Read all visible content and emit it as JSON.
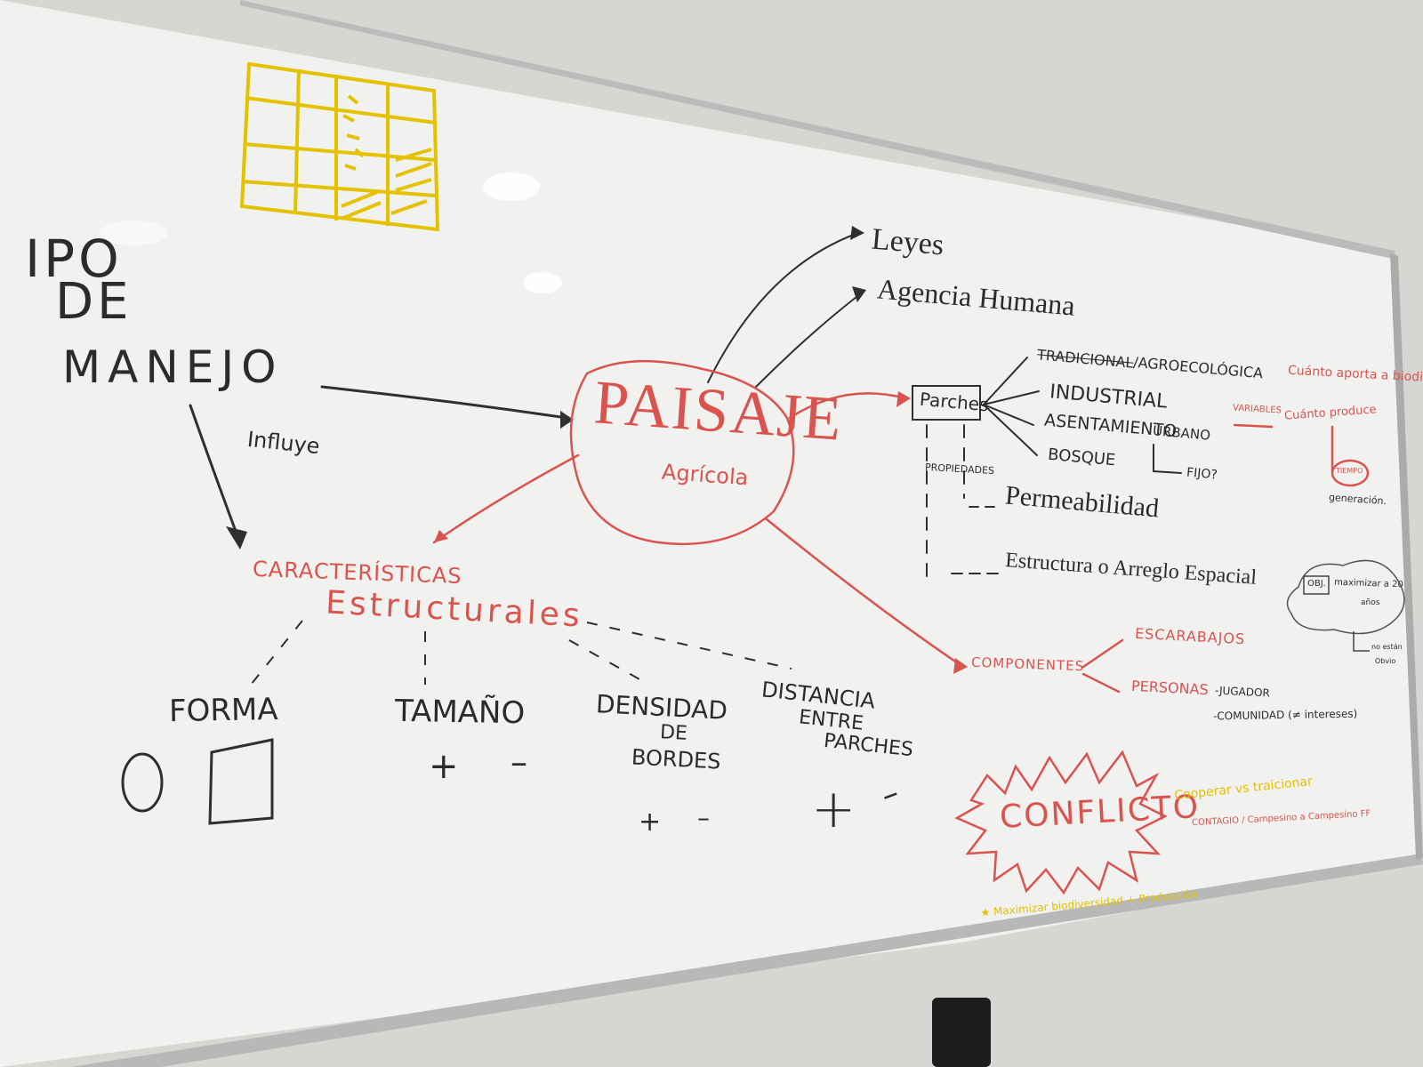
{
  "scene": "whiteboard mind map photo",
  "colors": {
    "black_marker": "#2b2b2b",
    "red_marker": "#d9534f",
    "yellow_marker": "#e2c000",
    "board": "#f4f5f2",
    "wall": "#d9dad5"
  },
  "left": {
    "tipo": "IPO",
    "de": "DE",
    "manejo": "MANEJO",
    "influye": "Influye"
  },
  "center": {
    "paisaje": "PAISAJE",
    "agricola": "Agrícola"
  },
  "top_branches": {
    "leyes": "Leyes",
    "agencia": "Agencia Humana"
  },
  "parches": {
    "box": "Parches",
    "propiedades": "PROPIEDADES",
    "types": {
      "tradicional": "TRADICIONAL",
      "agroecologica": "/AGROECOLÓGICA",
      "industrial": "INDUSTRIAL",
      "asentamiento": "ASENTAMIENTO",
      "urbano": "URBANO",
      "bosque": "BOSQUE",
      "fijo": "FIJO?"
    },
    "props": {
      "permeabilidad": "Permeabilidad",
      "estructura": "Estructura o Arreglo Espacial"
    }
  },
  "caracteristicas": {
    "line1": "CARACTERÍSTICAS",
    "line2": "Estructurales",
    "forma": "FORMA",
    "tamano": "TAMAÑO",
    "densidad": [
      "DENSIDAD",
      "DE",
      "BORDES"
    ],
    "distancia": [
      "DISTANCIA",
      "ENTRE",
      "PARCHES"
    ],
    "plus": "+",
    "minus": "–"
  },
  "componentes": {
    "title": "COMPONENTES",
    "escarabajos": "ESCARABAJOS",
    "personas": "PERSONAS",
    "jugador": "-JUGADOR",
    "comunidad": "-COMUNIDAD (≠ intereses)"
  },
  "conflicto": {
    "title": "CONFLICTO",
    "maximizar": "★ Maximizar biodiversidad + Producción",
    "cooperar": "Cooperar vs traicionar",
    "contagio": "CONTAGIO / Campesino a Campesino FF"
  },
  "right_notes": {
    "variables": "VARIABLES",
    "cuanto_aporta": "Cuánto aporta a biodiv.",
    "cuanto_produce": "Cuánto produce",
    "tiempo": "TIEMPO",
    "generacion": "generación.",
    "obj": "OBJ.",
    "maximizar_20": "maximizar a 20",
    "anos": "años",
    "no_estan": "no están",
    "obvio": "Obvio"
  }
}
